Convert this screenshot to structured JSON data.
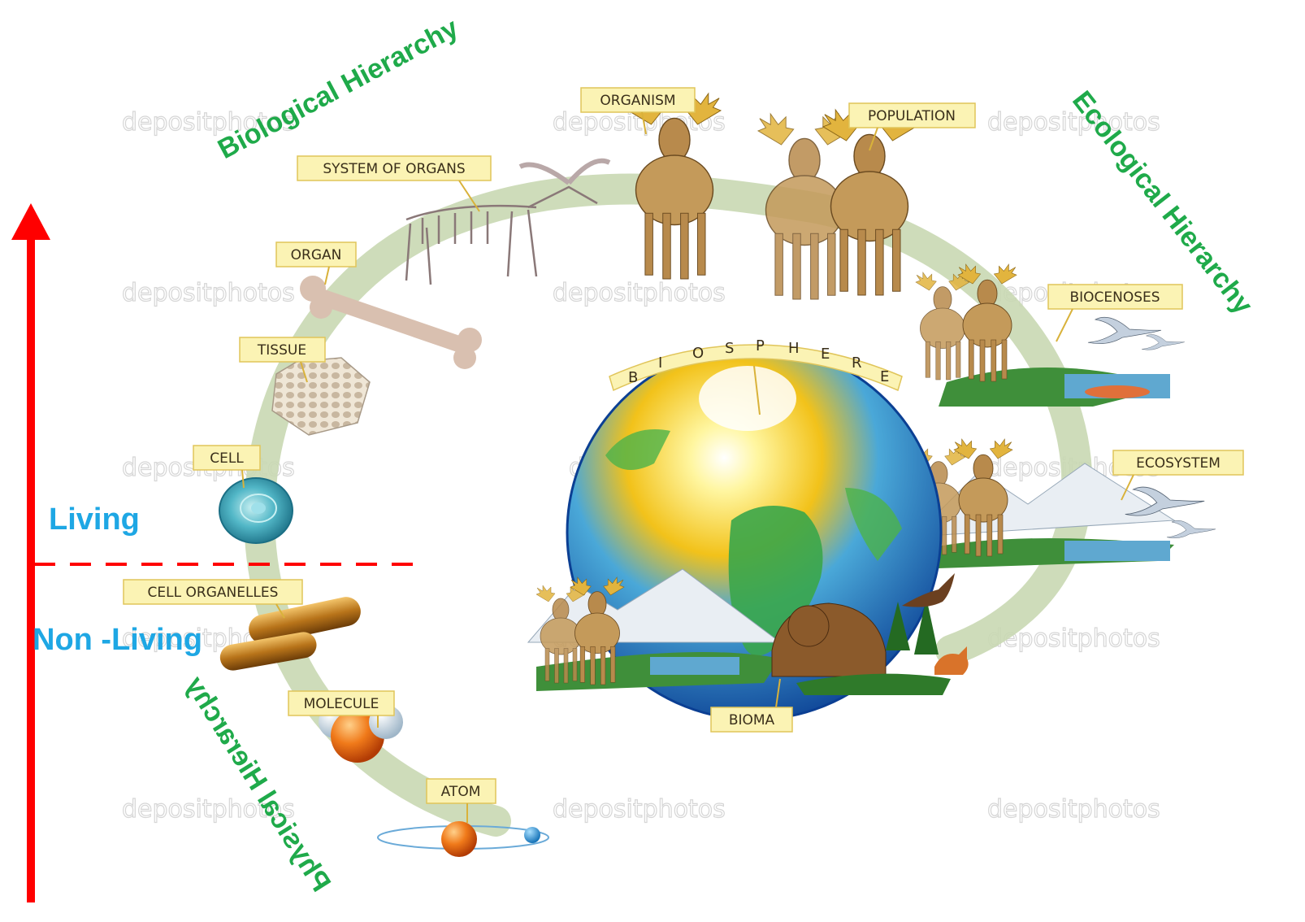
{
  "hierarchy_titles": {
    "biological": "Biological Hierarchy",
    "ecological": "Ecological Hierarchy",
    "physical": "Physical Hierarchy"
  },
  "status_labels": {
    "living": "Living",
    "non_living": "Non -Living"
  },
  "levels": {
    "atom": "ATOM",
    "molecule": "MOLECULE",
    "cell_organelles": "CELL ORGANELLES",
    "cell": "CELL",
    "tissue": "TISSUE",
    "organ": "ORGAN",
    "system_of_organs": "SYSTEM OF ORGANS",
    "organism": "ORGANISM",
    "population": "POPULATION",
    "biocenoses": "BIOCENOSES",
    "ecosystem": "ECOSYSTEM",
    "bioma": "BIOMA"
  },
  "biosphere_letters": [
    "B",
    "I",
    "O",
    "S",
    "P",
    "H",
    "E",
    "R",
    "E"
  ],
  "watermark": "depositphotos",
  "colors": {
    "arrow": "#ff0000",
    "divider": "#ff0000",
    "hierarchy_title": "#1faa4a",
    "status_label": "#1ea7e4",
    "label_box": "#fbf3b4",
    "label_border": "#e0c55a",
    "ring": "#c9d8b2"
  },
  "icons": [
    "globe-icon",
    "moose-icon",
    "moose-skeleton-icon",
    "bone-icon",
    "tissue-mesh-icon",
    "cell-icon",
    "organelle-icon",
    "molecule-icon",
    "atom-icon",
    "bird-icon",
    "bear-icon",
    "fish-icon",
    "fox-icon",
    "eagle-icon"
  ]
}
